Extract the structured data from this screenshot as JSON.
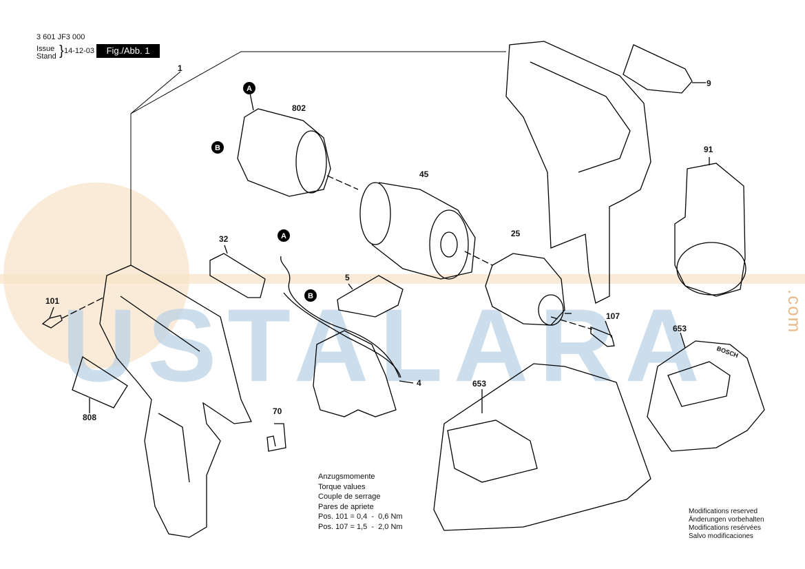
{
  "header": {
    "doc_number": "3 601 JF3 000",
    "issue_label": "Issue",
    "stand_label": "Stand",
    "date": "14-12-03",
    "figure_label": "Fig./Abb. 1"
  },
  "watermark": {
    "text": "USTALARA",
    "suffix": ".com"
  },
  "parts": [
    {
      "id": "part-1",
      "label": "1"
    },
    {
      "id": "part-802",
      "label": "802"
    },
    {
      "id": "part-9",
      "label": "9"
    },
    {
      "id": "part-91",
      "label": "91"
    },
    {
      "id": "part-45",
      "label": "45"
    },
    {
      "id": "part-32",
      "label": "32"
    },
    {
      "id": "part-25",
      "label": "25"
    },
    {
      "id": "part-5",
      "label": "5"
    },
    {
      "id": "part-101",
      "label": "101"
    },
    {
      "id": "part-107",
      "label": "107"
    },
    {
      "id": "part-653a",
      "label": "653"
    },
    {
      "id": "part-653b",
      "label": "653"
    },
    {
      "id": "part-4",
      "label": "4"
    },
    {
      "id": "part-808",
      "label": "808"
    },
    {
      "id": "part-70",
      "label": "70"
    }
  ],
  "markers": [
    "A",
    "B",
    "A",
    "B"
  ],
  "torque": {
    "lines": [
      "Anzugsmomente",
      "Torque values",
      "Couple de serrage",
      "Pares de apriete"
    ],
    "pos101": "Pos. 101 = 0,4  -  0,6 Nm",
    "pos107": "Pos. 107 = 1,5  -  2,0 Nm"
  },
  "modifications": [
    "Modifications reserved",
    "Änderungen vorbehalten",
    "Modifications resérvées",
    "Salvo modificaciones"
  ],
  "brand_text": "BOSCH"
}
